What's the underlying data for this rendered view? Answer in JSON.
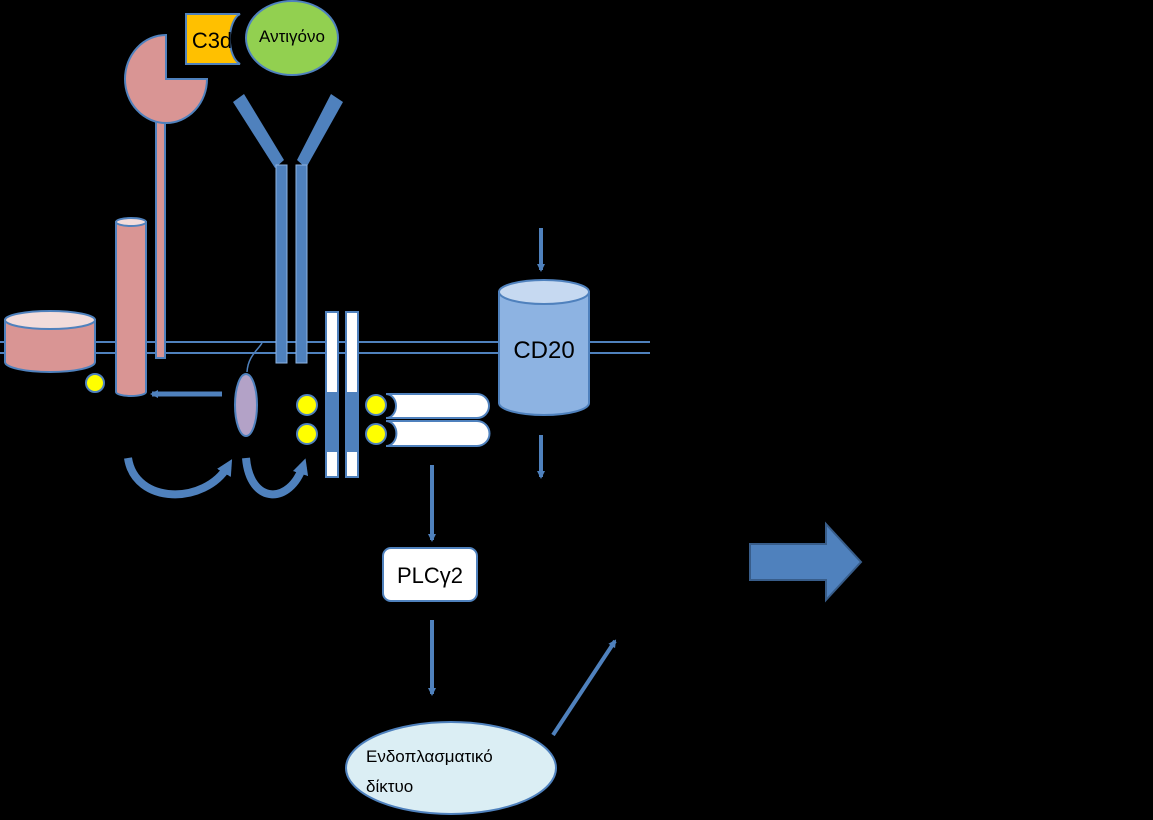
{
  "labels": {
    "c3d": "C3d",
    "antigen": "Αντιγόνο",
    "cd20": "CD20",
    "plcg2": "PLCγ2",
    "er_line1": "Ενδοπλασματικό",
    "er_line2": "δίκτυο"
  },
  "colors": {
    "background": "#000000",
    "membrane": "#4f81bd",
    "receptor_pink": "#d99594",
    "antibody_blue": "#4f81bd",
    "c3d_orange": "#ffc000",
    "antigen_green": "#92d050",
    "cd20_fill": "#8db3e2",
    "phospho_yellow": "#ffff00",
    "er_fill": "#dbeef4",
    "lavender": "#b3a2c7"
  }
}
